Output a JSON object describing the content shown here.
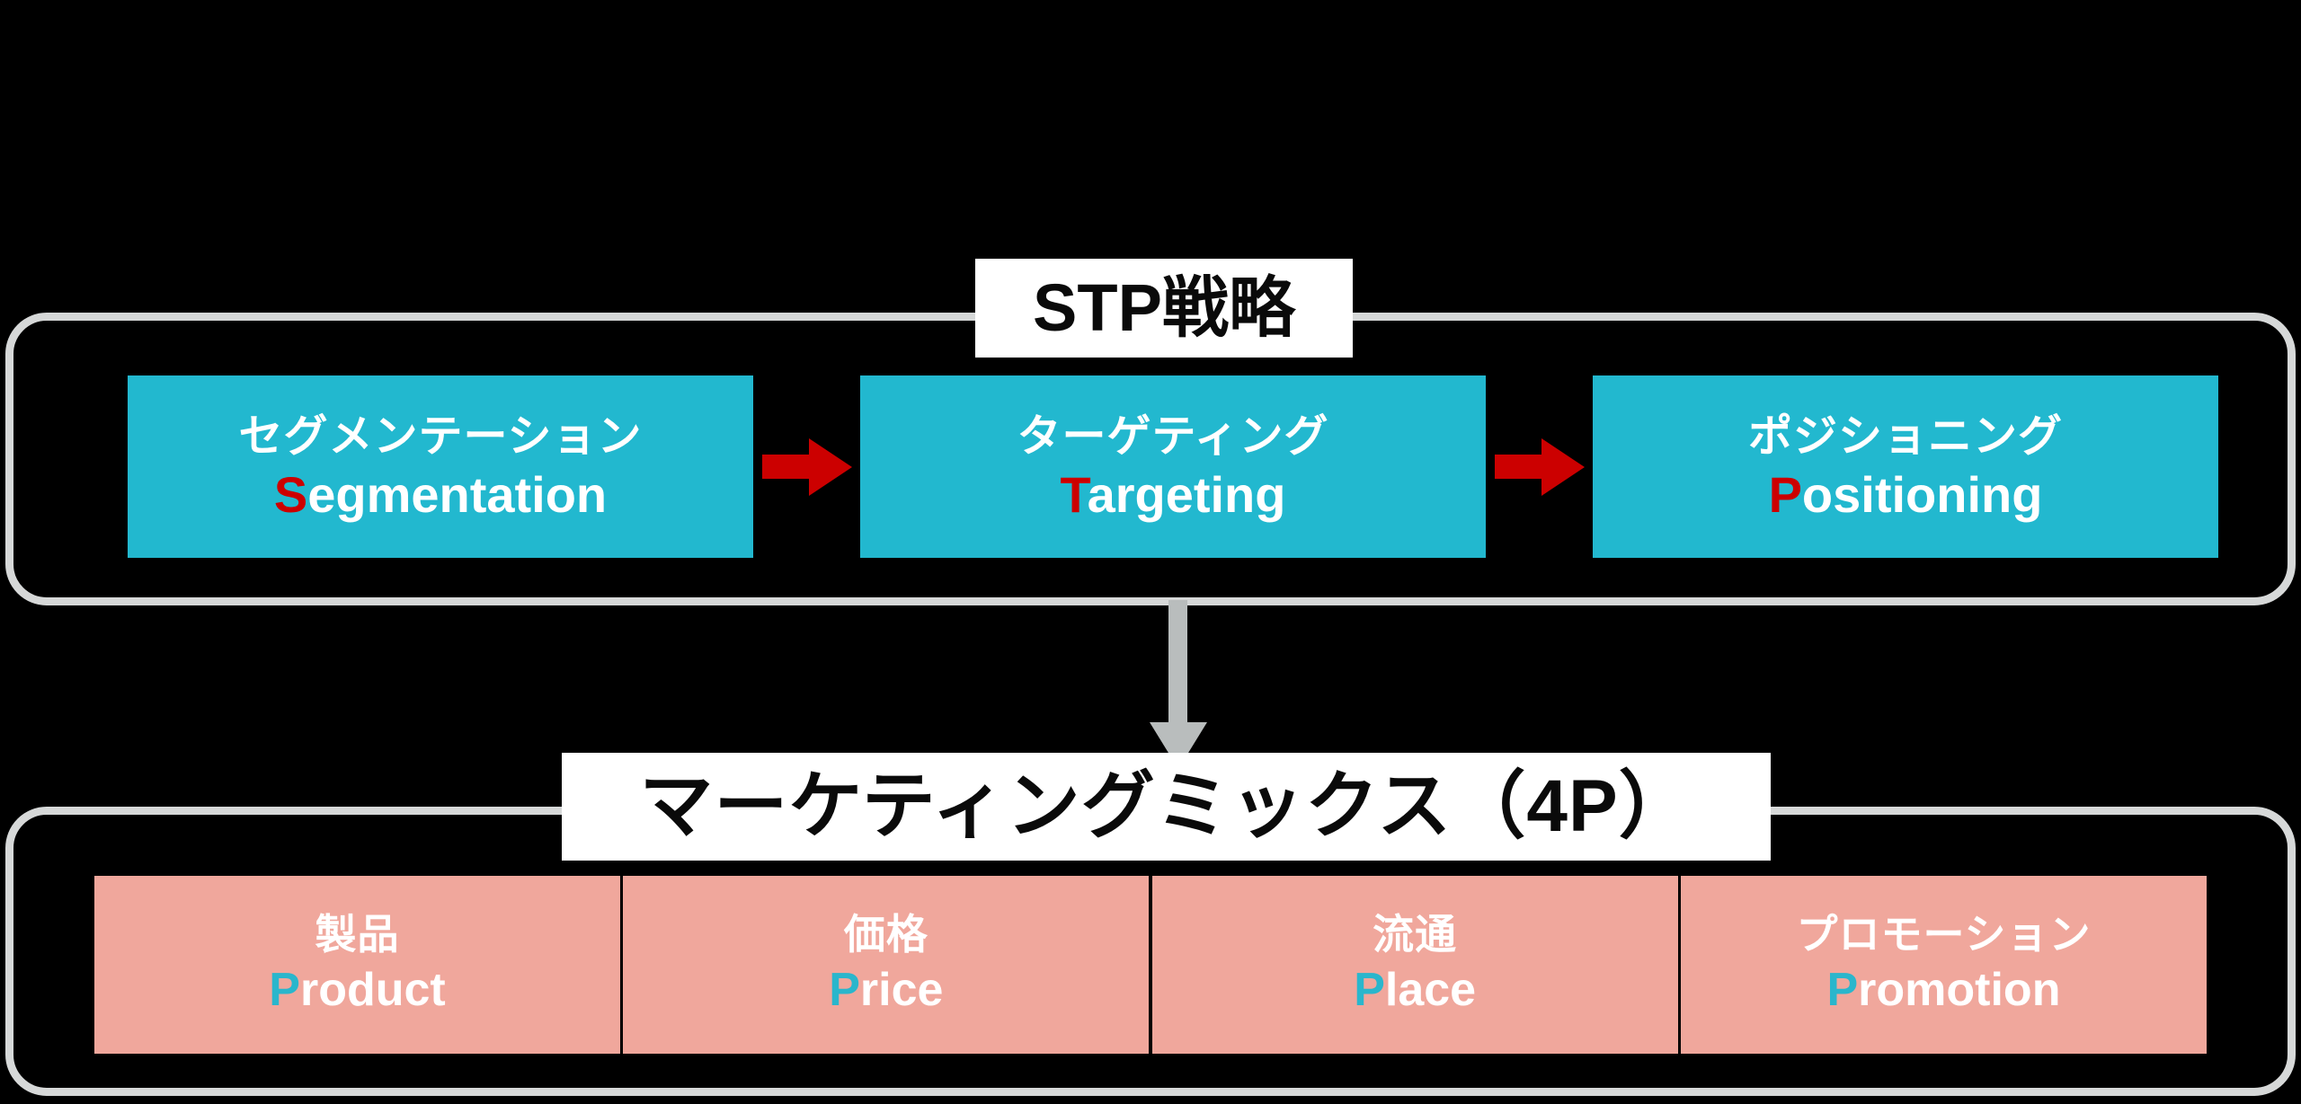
{
  "page": {
    "background_color": "#000000",
    "title_text": ""
  },
  "colors": {
    "stp_card": "#22b8cf",
    "mix_card": "#f0a79c",
    "arrow_red": "#cc0000",
    "arrow_gray": "#b9bdbd",
    "group_border": "#d6d8d8",
    "caption_bg": "#ffffff",
    "caption_text": "#0a0a0a",
    "card_text": "#ffffff",
    "stp_lead_letter": "#cc0000",
    "mix_lead_letter": "#2ab6cc"
  },
  "stp_section": {
    "caption": "STP戦略",
    "cards": [
      {
        "jp": "セグメンテーション",
        "en_lead": "S",
        "en_rest": "egmentation"
      },
      {
        "jp": "ターゲティング",
        "en_lead": "T",
        "en_rest": "argeting"
      },
      {
        "jp": "ポジショニング",
        "en_lead": "P",
        "en_rest": "ositioning"
      }
    ],
    "connector_icon": "arrow-right-icon"
  },
  "connector": {
    "icon": "arrow-down-icon"
  },
  "mix_section": {
    "caption": "マーケティングミックス（4P）",
    "cards": [
      {
        "jp": "製品",
        "en_lead": "P",
        "en_rest": "roduct"
      },
      {
        "jp": "価格",
        "en_lead": "P",
        "en_rest": "rice"
      },
      {
        "jp": "流通",
        "en_lead": "P",
        "en_rest": "lace"
      },
      {
        "jp": "プロモーション",
        "en_lead": "P",
        "en_rest": "romotion"
      }
    ]
  }
}
